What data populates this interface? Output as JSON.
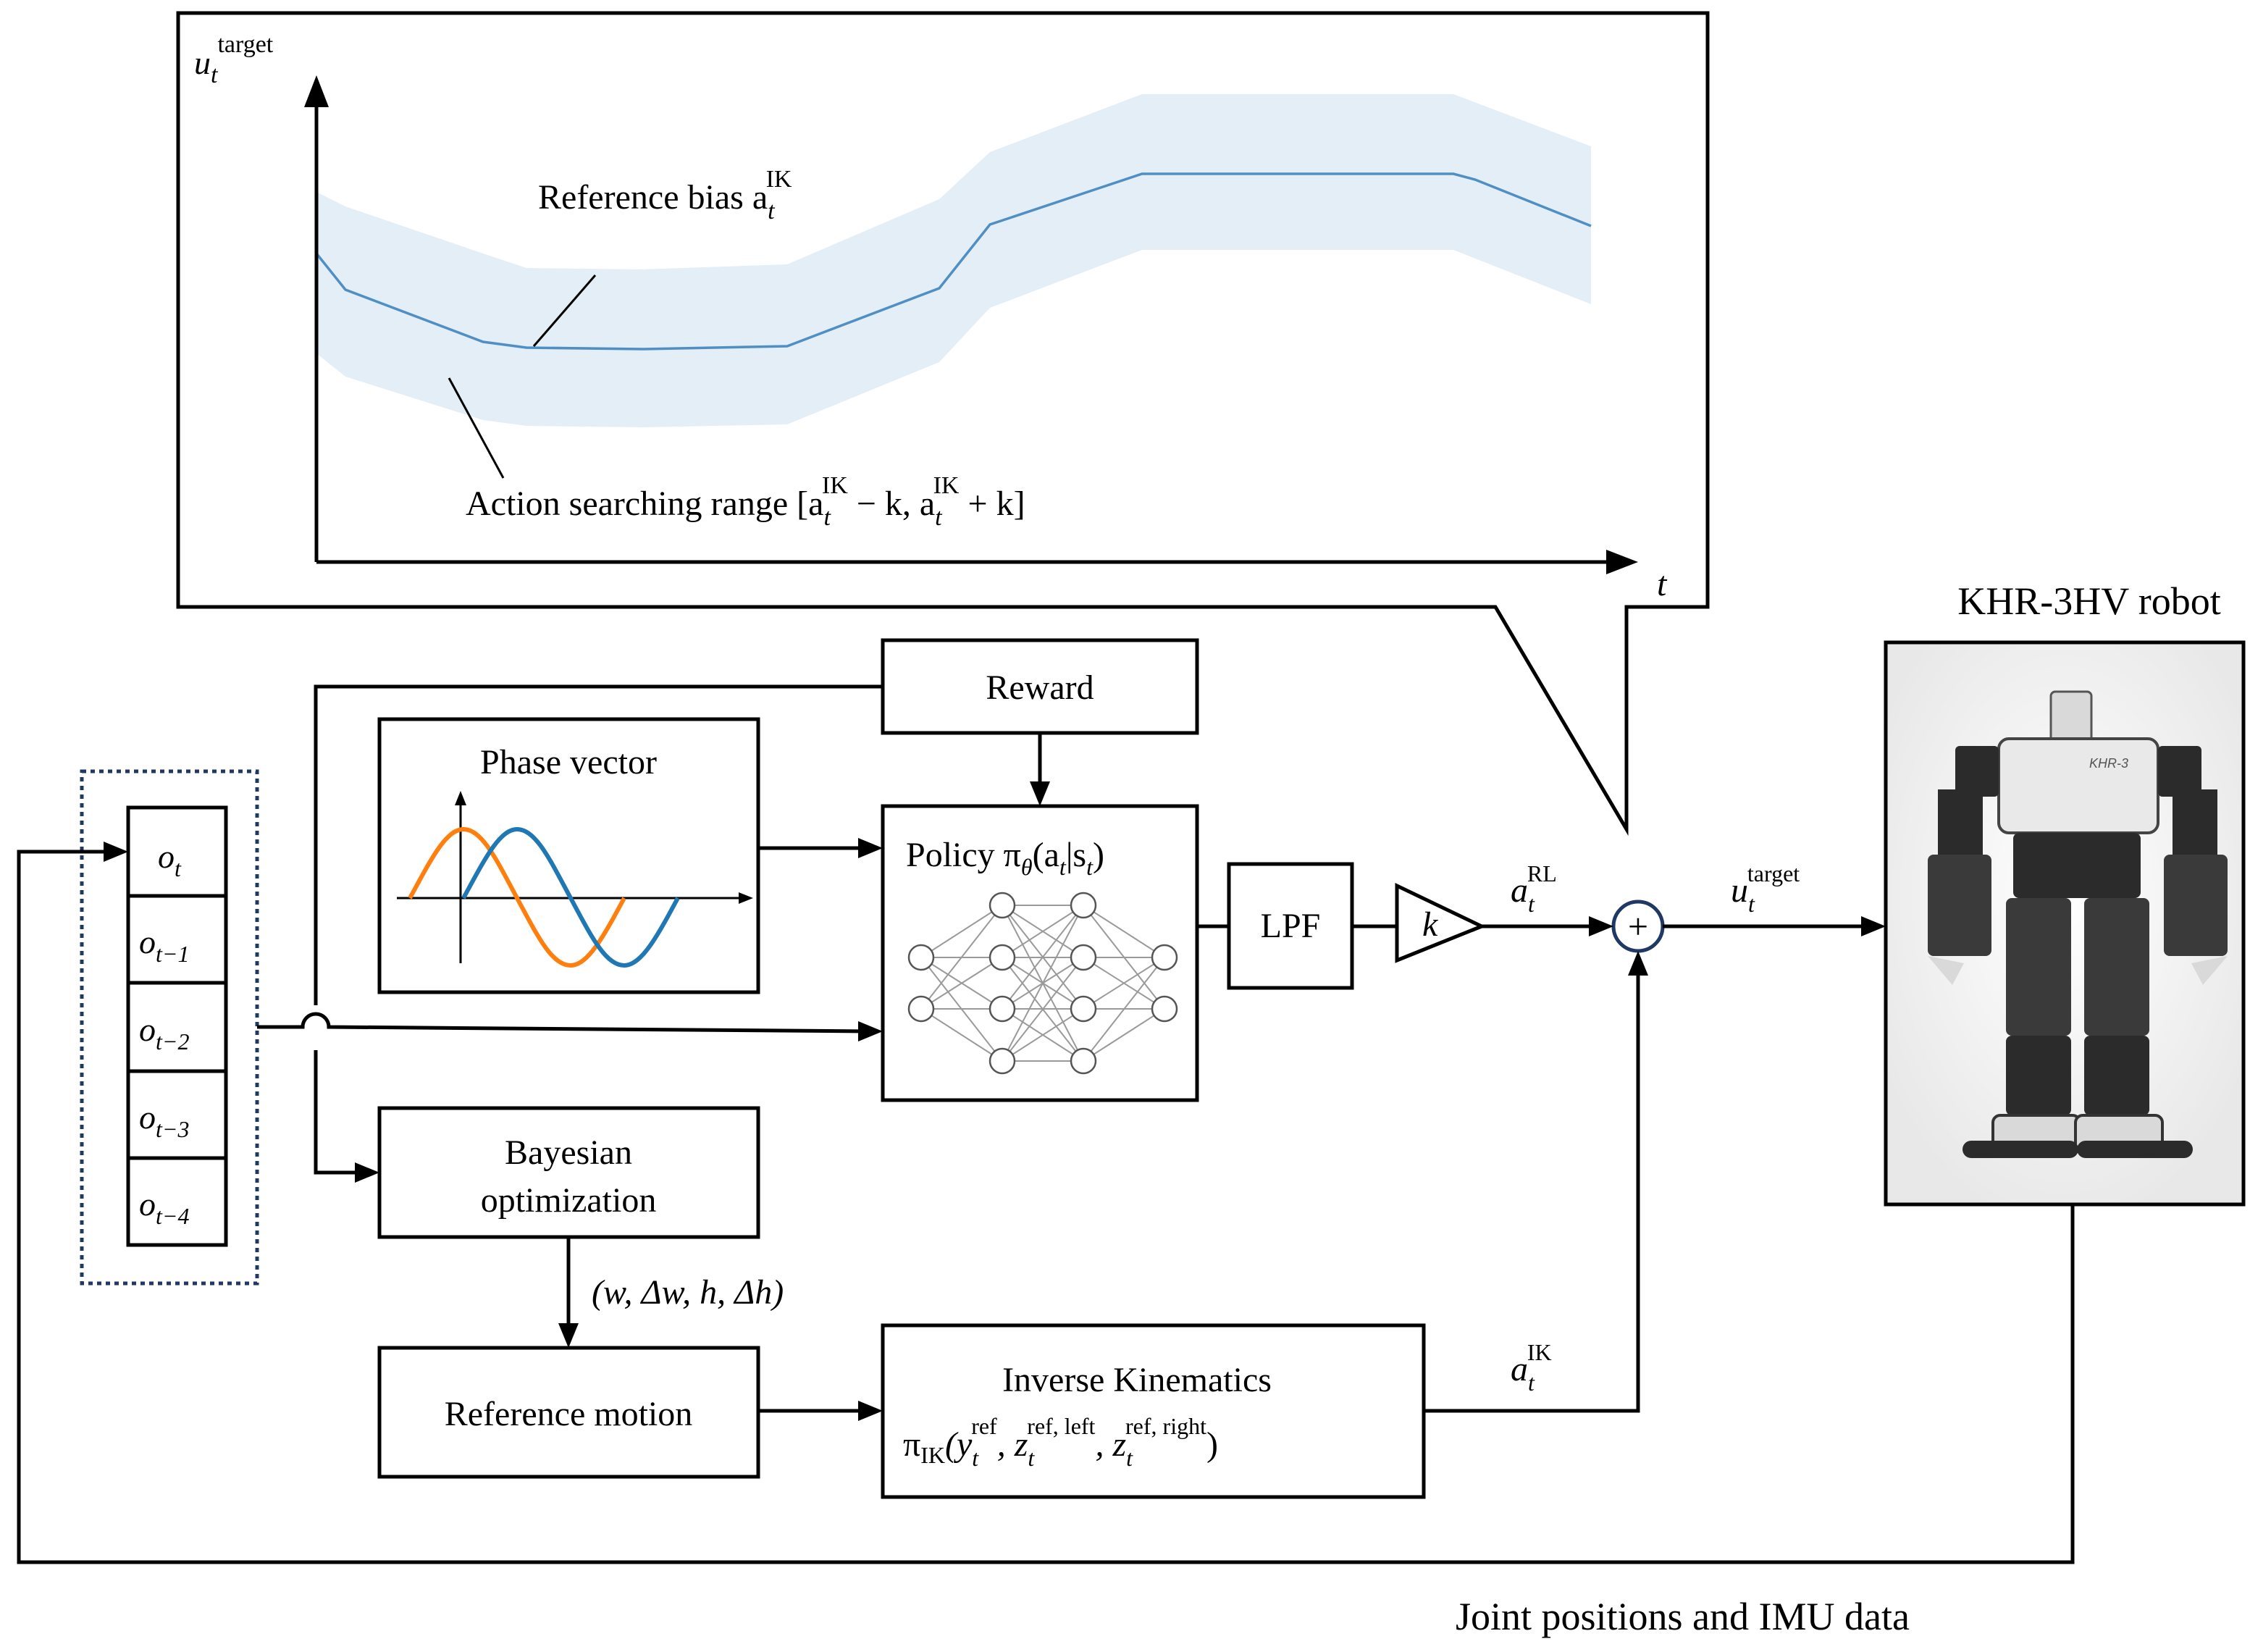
{
  "colors": {
    "stroke": "#000000",
    "band_fill": "#e4eef7",
    "bias_line": "#4f8fc4",
    "wave_blue": "#1f77b4",
    "wave_orange": "#ff7f0e",
    "nn_stroke": "#9a9a9a",
    "robot_dark": "#2b2b2b",
    "robot_light": "#d9d9d9",
    "frame_dotted": "#1f3864"
  },
  "plot": {
    "y_label": "u",
    "y_sup": "target",
    "y_sub": "t",
    "x_label": "t",
    "bias_label": "Reference bias a",
    "bias_sup": "IK",
    "bias_sub": "t",
    "range_label": "Action searching range [a",
    "range_sup1": "IK",
    "range_sub1": "t",
    "range_mid": " − k, a",
    "range_sup2": "IK",
    "range_sub2": "t",
    "range_end": " + k]"
  },
  "obs": {
    "o0": "o",
    "o0_sub": "t",
    "o1": "o",
    "o1_sub": "t−1",
    "o2": "o",
    "o2_sub": "t−2",
    "o3": "o",
    "o3_sub": "t−3",
    "o4": "o",
    "o4_sub": "t−4"
  },
  "blocks": {
    "phase": "Phase vector",
    "reward": "Reward",
    "policy": "Policy π",
    "policy_sub": "θ",
    "policy_args": "(a",
    "policy_args_sub": "t",
    "policy_args2": "|s",
    "policy_args2_sub": "t",
    "policy_close": ")",
    "lpf": "LPF",
    "gain": "k",
    "bayes_line1": "Bayesian",
    "bayes_line2": "optimization",
    "bo_params": "(w, Δw, h, Δh)",
    "ref_motion": "Reference motion",
    "ik_title": "Inverse Kinematics",
    "ik_pi": "π",
    "ik_pi_sub": "IK",
    "ik_y": "(y",
    "ik_y_sup": "ref",
    "ik_y_sub": "t",
    "ik_z1": ", z",
    "ik_z1_sup": "ref, left",
    "ik_z1_sub": "t",
    "ik_z2": ", z",
    "ik_z2_sup": "ref, right",
    "ik_z2_sub": "t",
    "ik_close": ")",
    "sum_symbol": "+"
  },
  "signals": {
    "rl": "a",
    "rl_sup": "RL",
    "rl_sub": "t",
    "target": "u",
    "target_sup": "target",
    "target_sub": "t",
    "ik": "a",
    "ik_sup": "IK",
    "ik_sub": "t"
  },
  "robot": {
    "title": "KHR-3HV robot",
    "chest_text": "KHR-3"
  },
  "feedback_label": "Joint positions and IMU data"
}
